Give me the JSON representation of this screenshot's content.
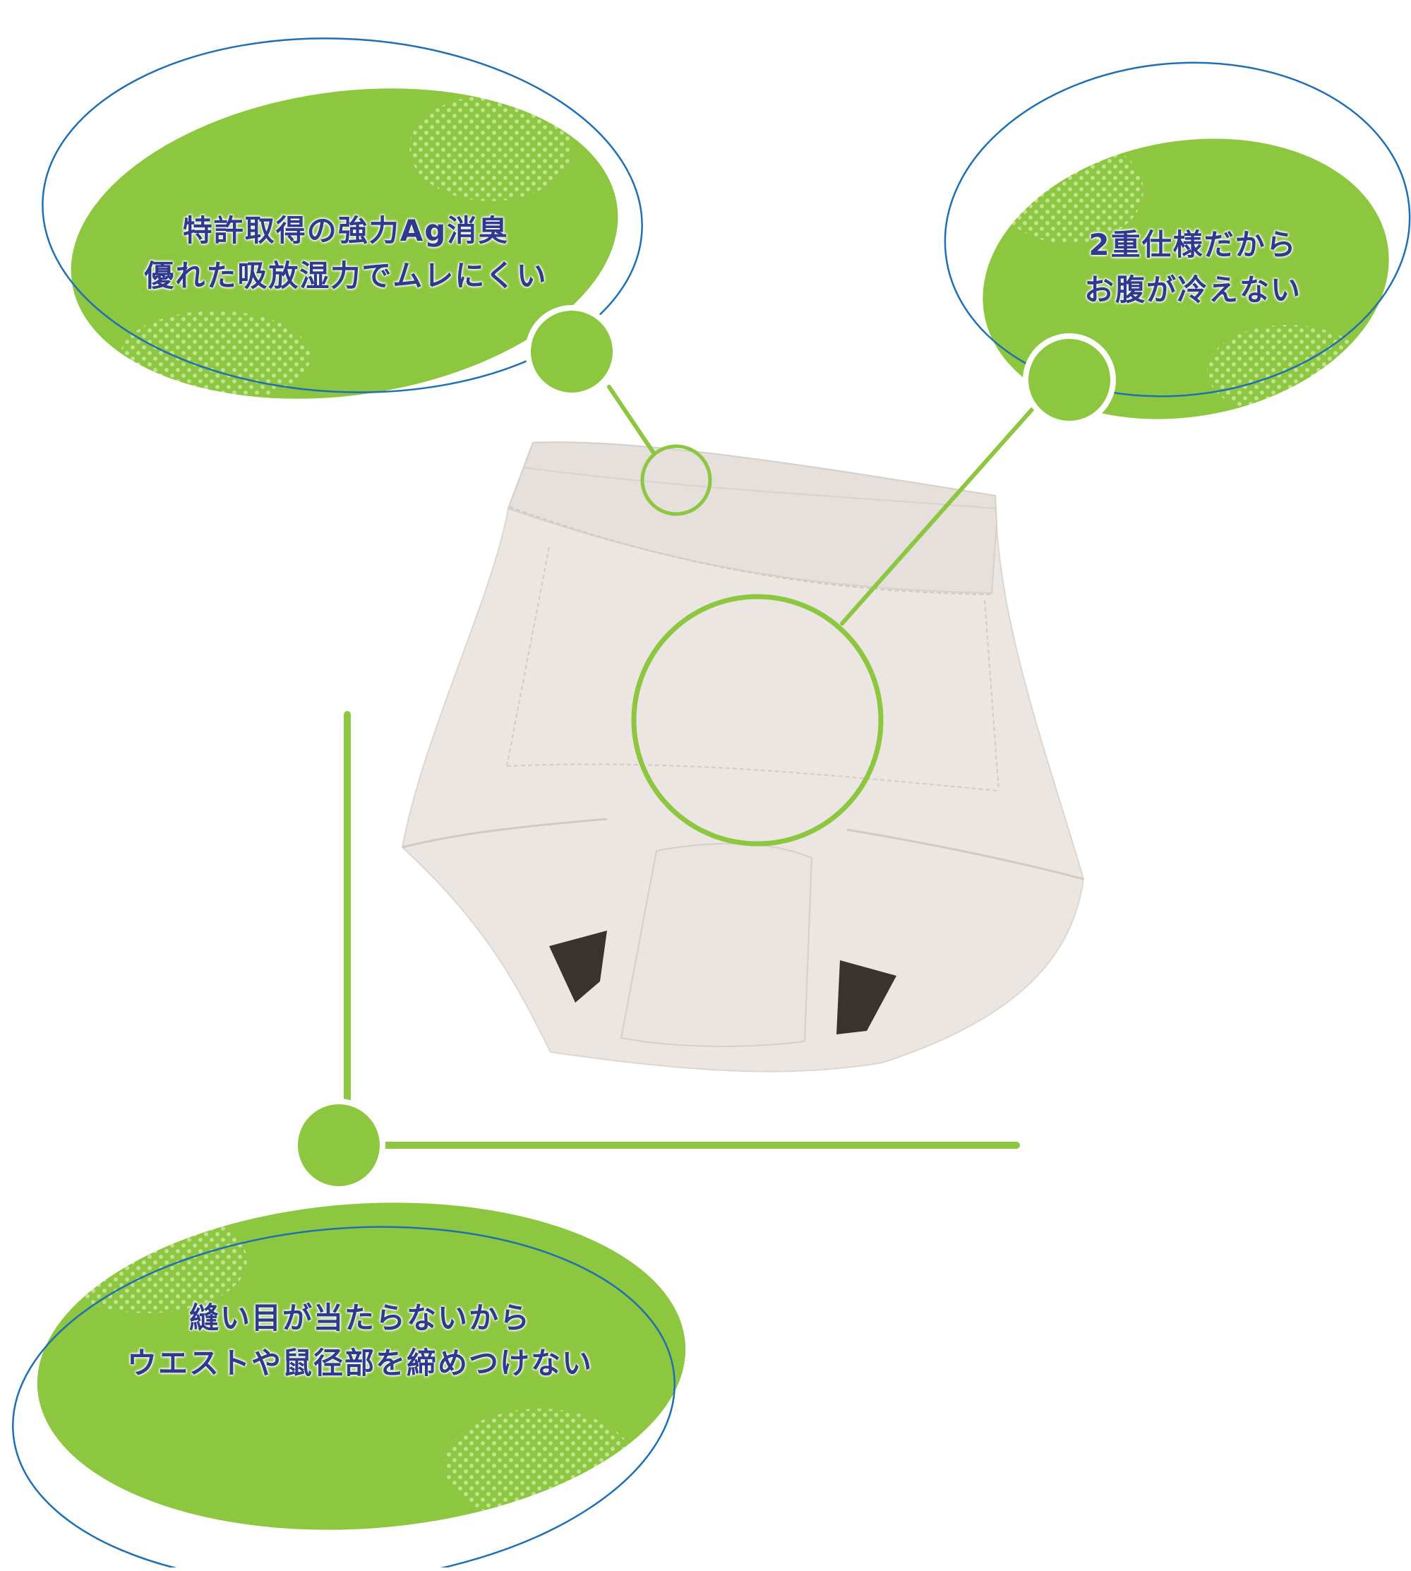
{
  "colors": {
    "accent_green": "#8dc63f",
    "outline_blue": "#1f6fb2",
    "text_navy": "#2f3a8f",
    "fabric": "#ebe6e2",
    "gusset_dark": "#3a322e"
  },
  "callouts": [
    {
      "lines": [
        "特許取得の強力Ag消臭",
        "優れた吸放湿力でムレにくい"
      ]
    },
    {
      "lines": [
        "2重仕様だから",
        "お腹が冷えない"
      ]
    },
    {
      "lines": [
        "縫い目が当たらないから",
        "ウエストや鼠径部を締めつけない"
      ]
    }
  ]
}
